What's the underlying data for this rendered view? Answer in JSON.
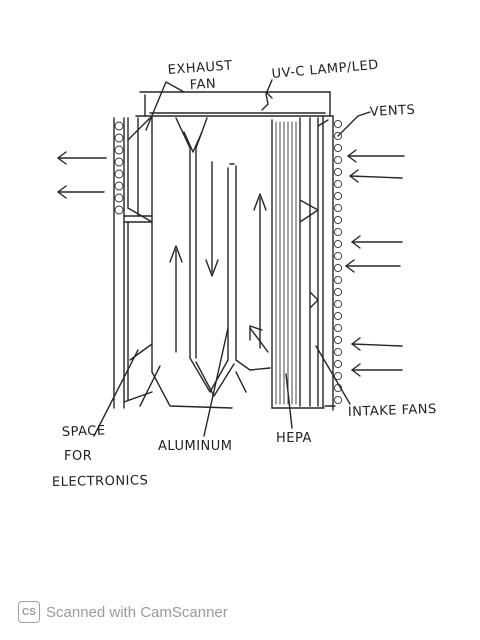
{
  "labels": {
    "exhaust_fan_1": "EXHAUST",
    "exhaust_fan_2": "FAN",
    "uvc": "UV-C LAMP/LED",
    "vents": "VENTS",
    "space_1": "SPACE",
    "space_2": "FOR",
    "space_3": "ELECTRONICS",
    "aluminum": "ALUMINUM",
    "hepa": "HEPA",
    "intake": "INTAKE FANS"
  },
  "watermark": {
    "logo": "CS",
    "text": "Scanned with CamScanner"
  }
}
